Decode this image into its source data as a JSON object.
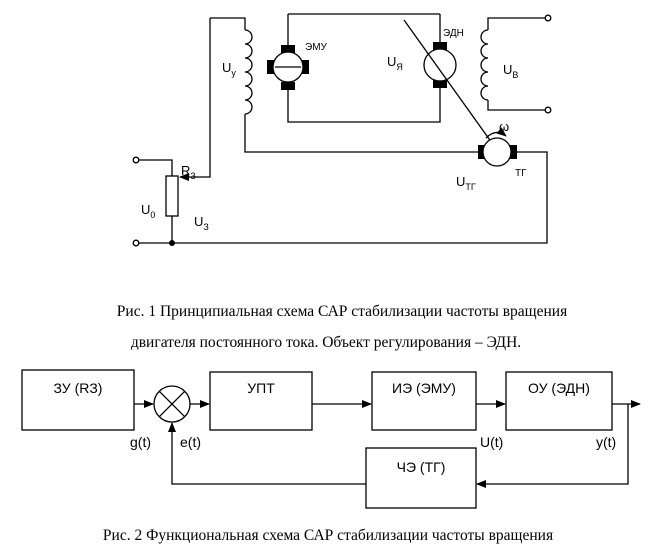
{
  "schematic": {
    "emu_label": "ЭМУ",
    "edn_label": "ЭДН",
    "u_y": {
      "main": "U",
      "sub": "у"
    },
    "u_ya": {
      "main": "U",
      "sub": "Я"
    },
    "u_v": {
      "main": "U",
      "sub": "В"
    },
    "omega": "ω",
    "u_tg": {
      "main": "U",
      "sub": "ТГ"
    },
    "tg_label": "ТГ",
    "r_z": {
      "main": "R",
      "sub": "З"
    },
    "u_0": {
      "main": "U",
      "sub": "0"
    },
    "u_z": {
      "main": "U",
      "sub": "З"
    }
  },
  "caption1": {
    "line1": "Рис. 1 Принципиальная схема САР стабилизации частоты вращения",
    "line2": "двигателя постоянного тока. Объект регулирования – ЭДН."
  },
  "block_diagram": {
    "blocks": {
      "zu": "ЗУ (RЗ)",
      "upt": "УПТ",
      "ie": "ИЭ (ЭМУ)",
      "ou": "ОУ (ЭДН)",
      "che": "ЧЭ (ТГ)"
    },
    "signals": {
      "g": "g(t)",
      "e": "e(t)",
      "u": "U(t)",
      "y": "y(t)"
    }
  },
  "caption2": "Рис. 2 Функциональная схема САР стабилизации частоты вращения"
}
